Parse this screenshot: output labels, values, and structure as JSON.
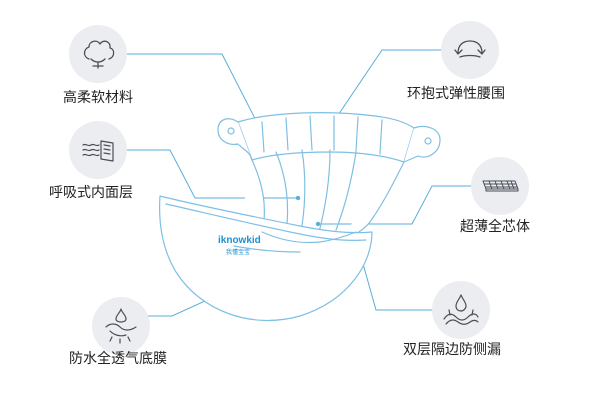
{
  "features": {
    "soft_material": "高柔软材料",
    "breathable_layer": "呼吸式内面层",
    "waterproof_film": "防水全透气底膜",
    "elastic_waistband": "环抱式弹性腰围",
    "absorbent_core": "超薄全芯体",
    "leak_guard": "双层隔边防侧漏"
  },
  "product": {
    "brand": "iknowkid",
    "brand_sub": "我懂宝宝"
  },
  "colors": {
    "line": "#5aaed8",
    "diaper_outline": "#7fbfe3",
    "icon_bg": "#ebedf0",
    "icon_stroke": "#4a4f57",
    "brand": "#1f8fd0"
  },
  "icons": {
    "soft_material": "cotton-icon",
    "breathable_layer": "breathable-layer-icon",
    "waterproof_film": "waterproof-film-icon",
    "elastic_waistband": "stretch-arrows-icon",
    "absorbent_core": "absorbent-core-grid-icon",
    "leak_guard": "water-drop-leakguard-icon"
  }
}
